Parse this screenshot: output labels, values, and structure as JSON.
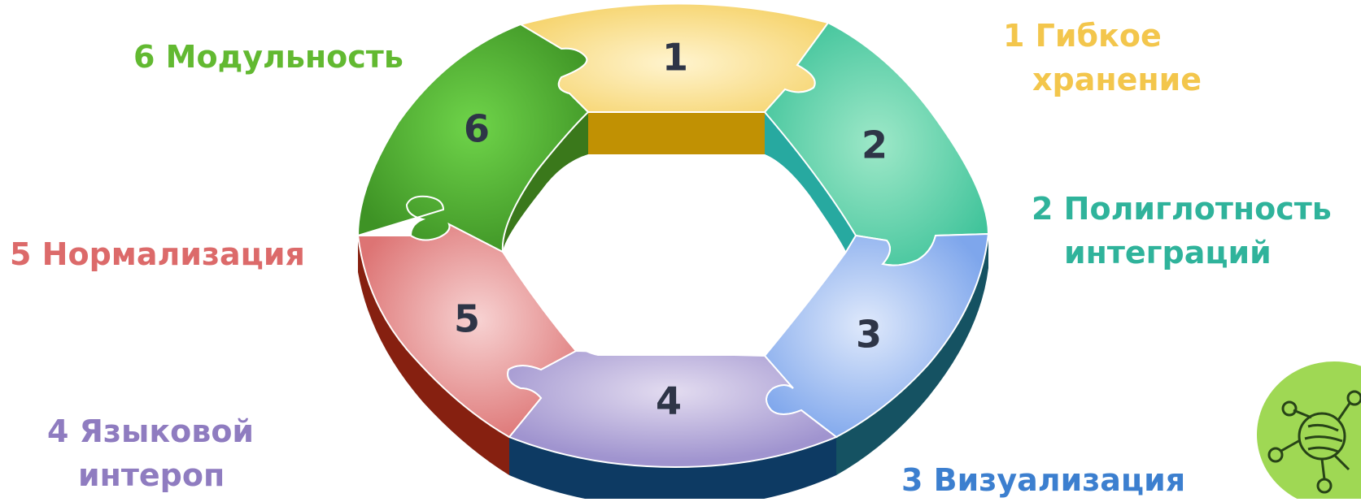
{
  "segments": [
    {
      "id": 1,
      "number": "1",
      "label_lines": [
        "1 Гибкое",
        "хранение"
      ],
      "color": "#f3c64c"
    },
    {
      "id": 2,
      "number": "2",
      "label_lines": [
        "2 Полиглотность",
        "интеграций"
      ],
      "color": "#2fb39b"
    },
    {
      "id": 3,
      "number": "3",
      "label_lines": [
        "3 Визуализация"
      ],
      "color": "#3c7fcf"
    },
    {
      "id": 4,
      "number": "4",
      "label_lines": [
        "4 Языковой",
        "интероп"
      ],
      "color": "#8f7cc0"
    },
    {
      "id": 5,
      "number": "5",
      "label_lines": [
        "5 Нормализация"
      ],
      "color": "#dc6a6a"
    },
    {
      "id": 6,
      "number": "6",
      "label_lines": [
        "6 Модульность"
      ],
      "color": "#62b931"
    }
  ],
  "corner_icon": {
    "name": "network-icon",
    "color": "#9fd854"
  }
}
